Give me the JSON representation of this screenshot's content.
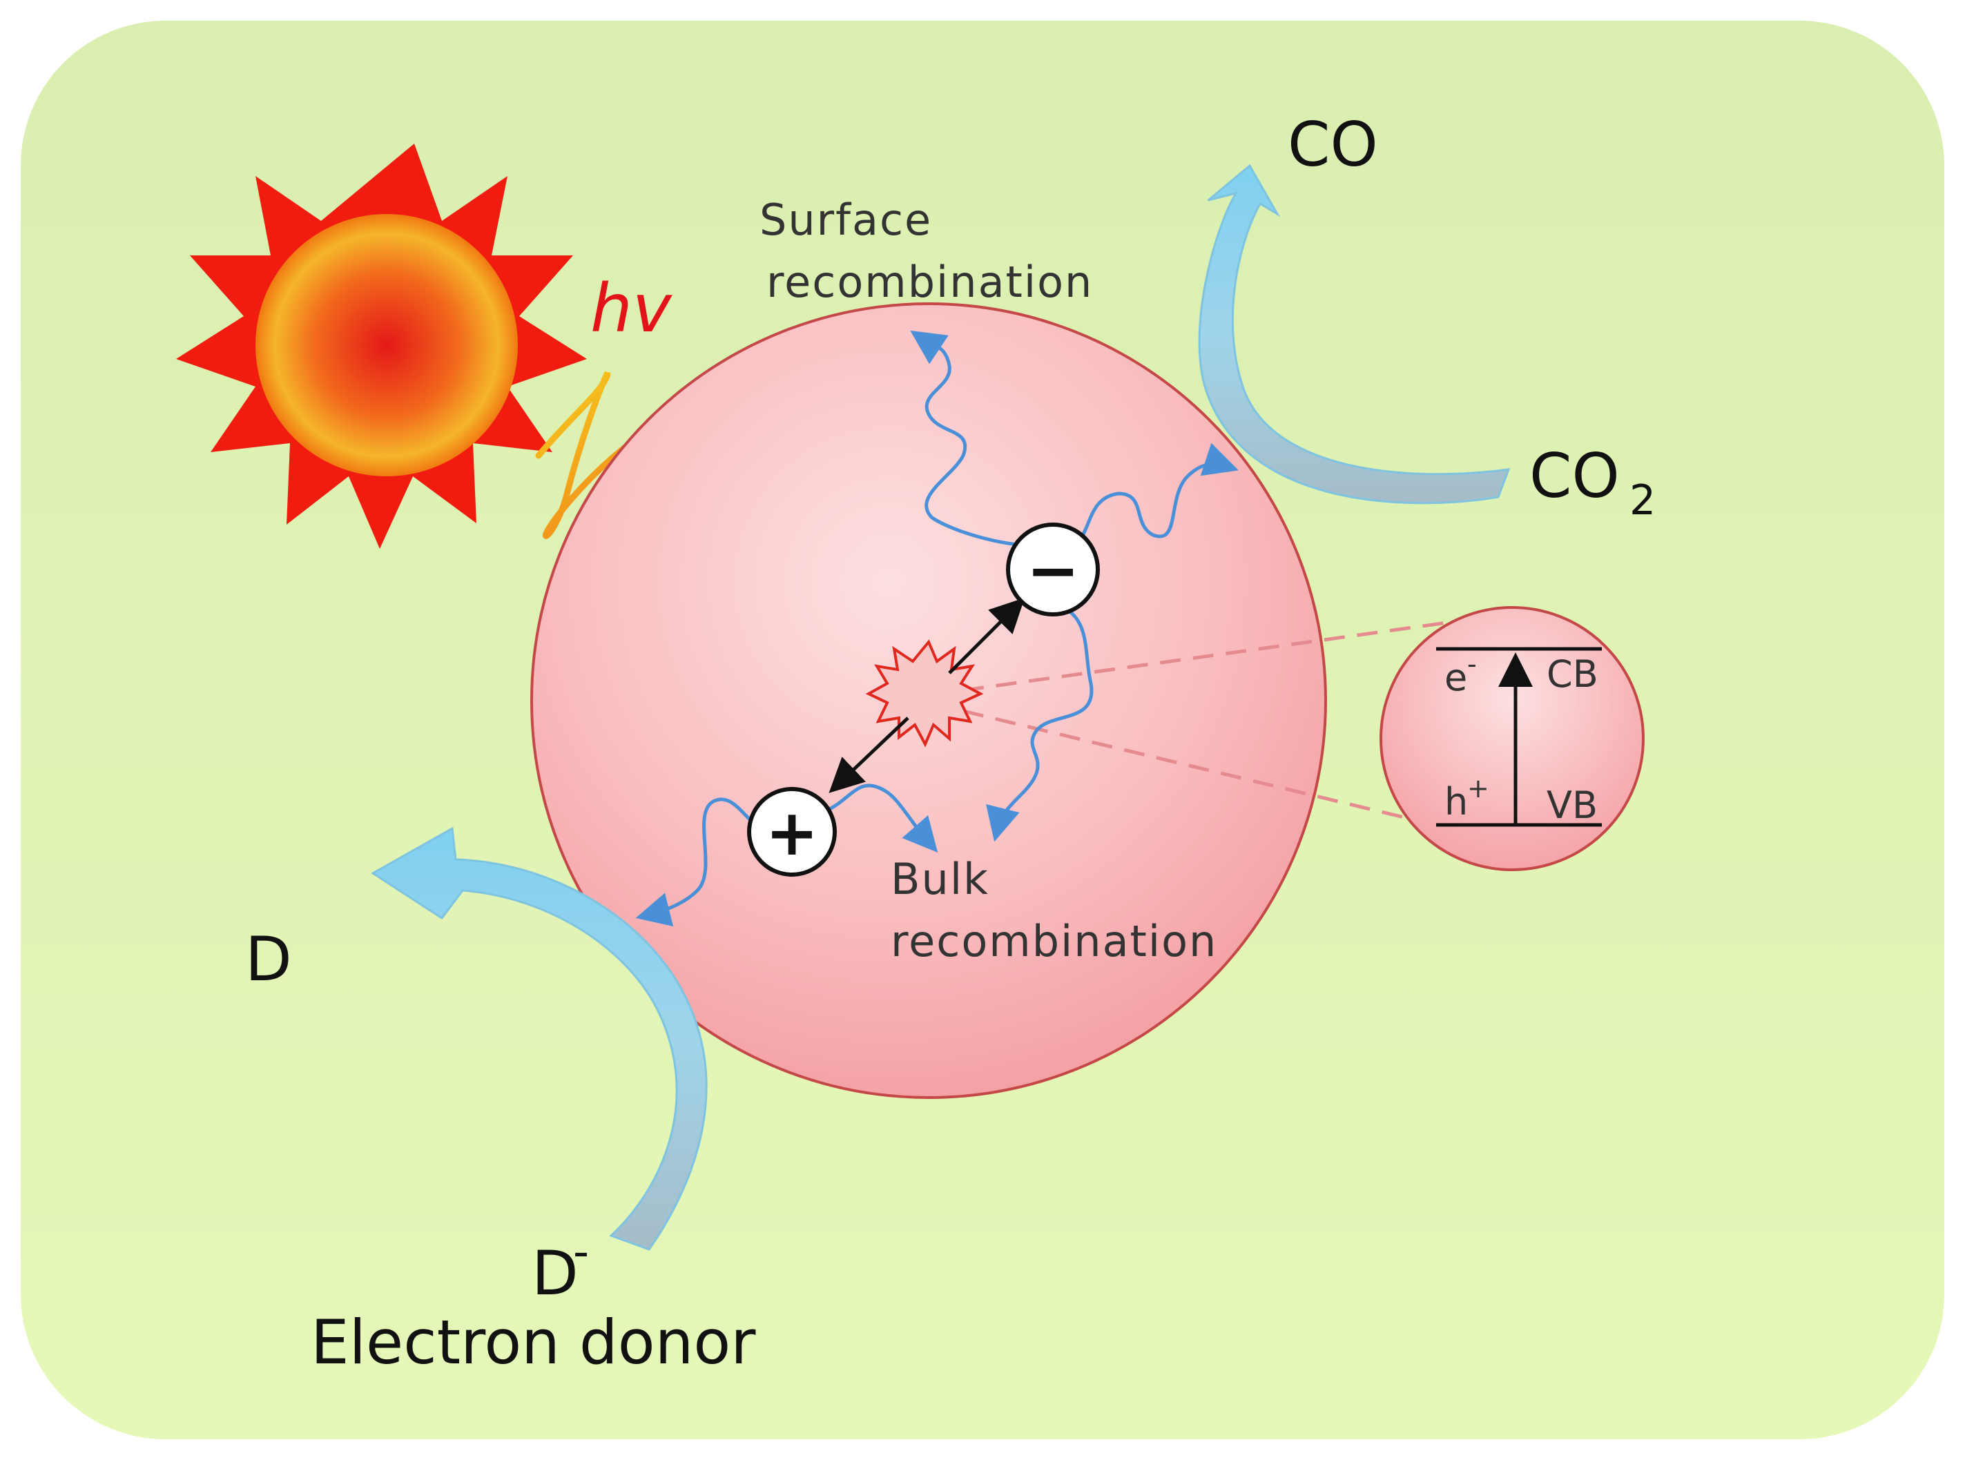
{
  "diagram": {
    "photon_label": "hv",
    "surface_recombination": [
      "Surface",
      "recombination"
    ],
    "bulk_recombination": [
      "Bulk",
      "recombination"
    ],
    "product_co": "CO",
    "reactant_co2": "CO",
    "reactant_co2_subscript": "2",
    "donor_oxidized": "D",
    "donor_reduced": "D",
    "donor_reduced_superscript": "-",
    "donor_caption": "Electron donor",
    "electron_symbol": "−",
    "hole_symbol": "+",
    "inset": {
      "electron": "e",
      "electron_superscript": "-",
      "hole": "h",
      "hole_superscript": "+",
      "conduction_band": "CB",
      "valence_band": "VB"
    }
  },
  "colors": {
    "background": "#e8f5c8",
    "particle": "#f7a3a5",
    "charge_path": "#4a90d9",
    "reaction_arrow": "#8fd3ee",
    "photon_label": "#e2141a"
  }
}
